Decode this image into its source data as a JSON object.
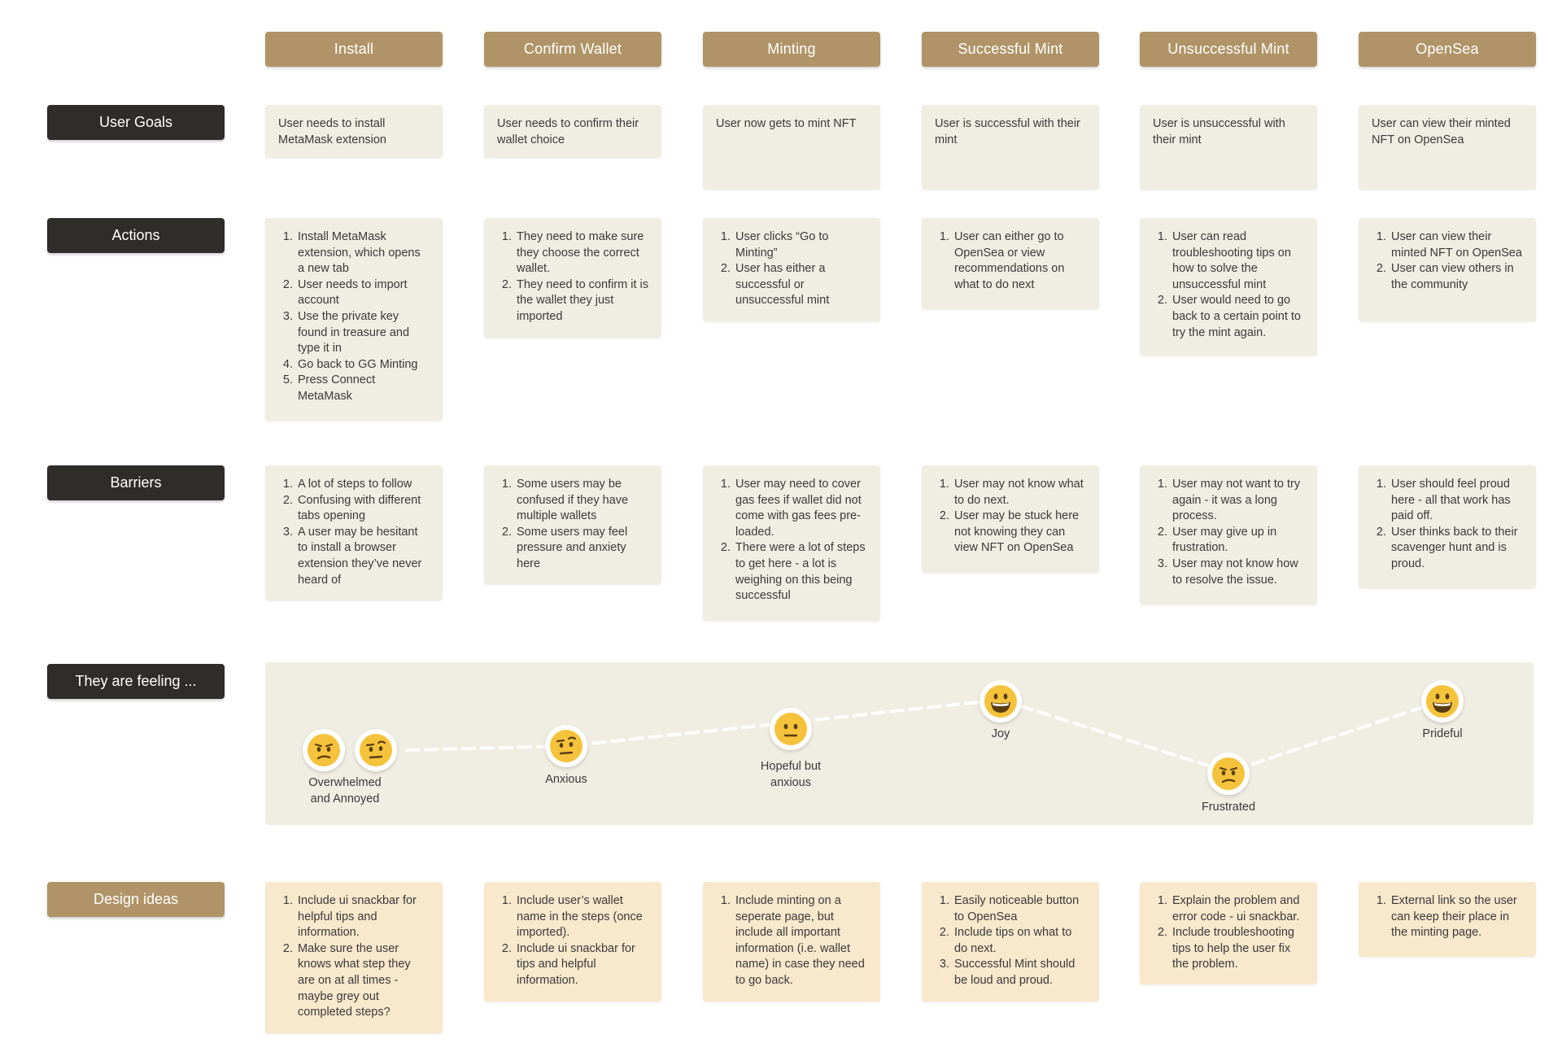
{
  "stages": [
    "Install",
    "Confirm Wallet",
    "Minting",
    "Successful Mint",
    "Unsuccessful Mint",
    "OpenSea"
  ],
  "rows": {
    "user_goals": "User Goals",
    "actions": "Actions",
    "barriers": "Barriers",
    "feeling": "They are feeling ...",
    "design_ideas": "Design ideas"
  },
  "user_goals": [
    "User needs to install MetaMask extension",
    "User needs to confirm their wallet choice",
    "User now gets to mint NFT",
    "User is successful with their mint",
    "User is unsuccessful with their mint",
    "User can view their minted NFT on OpenSea"
  ],
  "actions": [
    [
      "Install MetaMask extension, which opens a new tab",
      "User needs to import account",
      "Use the private key found in treasure and type it in",
      "Go back to GG Minting",
      "Press Connect MetaMask"
    ],
    [
      "They need to make sure they choose the correct wallet.",
      "They need to confirm it is the wallet they just imported"
    ],
    [
      "User clicks “Go to Minting”",
      "User has either a successful or unsuccessful mint"
    ],
    [
      "User can either go to OpenSea or view recommendations on what to do next"
    ],
    [
      "User can read troubleshooting tips on how to solve the unsuccessful mint",
      "User would need to go back to a certain point to try the mint again."
    ],
    [
      "User can view their minted NFT on OpenSea",
      "User can view others in the community"
    ]
  ],
  "barriers": [
    [
      "A lot of steps to follow",
      "Confusing with different tabs opening",
      "A user may be hesitant to install a browser extension they’ve never heard of"
    ],
    [
      "Some users may be confused if they have multiple wallets",
      "Some users may feel pressure and anxiety here"
    ],
    [
      "User may need to cover gas fees if wallet did not come with gas fees pre-loaded.",
      "There were a lot of steps to get here - a lot is weighing on this being successful"
    ],
    [
      "User may not know what to do next.",
      "User may be stuck here not knowing they can view NFT on OpenSea"
    ],
    [
      "User may not want to try again - it was a long process.",
      "User may give up in frustration.",
      "User may not know how to resolve the issue."
    ],
    [
      "User should feel proud here - all that work has paid off.",
      "User thinks back to their scavenger hunt and is proud."
    ]
  ],
  "feelings": [
    {
      "label_lines": [
        "Overwhelmed",
        "and Annoyed"
      ],
      "icons": [
        "confused-face-icon",
        "raised-eyebrow-face-icon"
      ]
    },
    {
      "label_lines": [
        "Anxious"
      ],
      "icons": [
        "raised-eyebrow-face-icon"
      ]
    },
    {
      "label_lines": [
        "Hopeful but",
        "anxious"
      ],
      "icons": [
        "neutral-face-icon"
      ]
    },
    {
      "label_lines": [
        "Joy"
      ],
      "icons": [
        "grinning-face-icon"
      ]
    },
    {
      "label_lines": [
        "Frustrated"
      ],
      "icons": [
        "confused-face-icon"
      ]
    },
    {
      "label_lines": [
        "Prideful"
      ],
      "icons": [
        "grinning-face-icon"
      ]
    }
  ],
  "design_ideas": [
    [
      "Include ui snackbar for helpful tips and information.",
      "Make sure the user knows what step they are on at all times - maybe grey out completed steps?"
    ],
    [
      "Include user’s wallet name in the steps (once imported).",
      "Include ui snackbar for tips and helpful information."
    ],
    [
      "Include minting on a seperate page, but include all important information (i.e. wallet name) in case they need to go back."
    ],
    [
      "Easily noticeable button to OpenSea",
      "Include tips on what to do next.",
      "Successful Mint should be loud and proud."
    ],
    [
      "Explain the problem and error code - ui snackbar.",
      "Include troubleshooting tips to help the user fix the problem."
    ],
    [
      "External link so the user can keep their place in the minting page."
    ]
  ],
  "colors": {
    "stage_header": "#b09468",
    "row_label": "#2f2d2a",
    "card": "#f0ede2",
    "design_card": "#f8e8cc",
    "emoji": "#f5c33b"
  }
}
